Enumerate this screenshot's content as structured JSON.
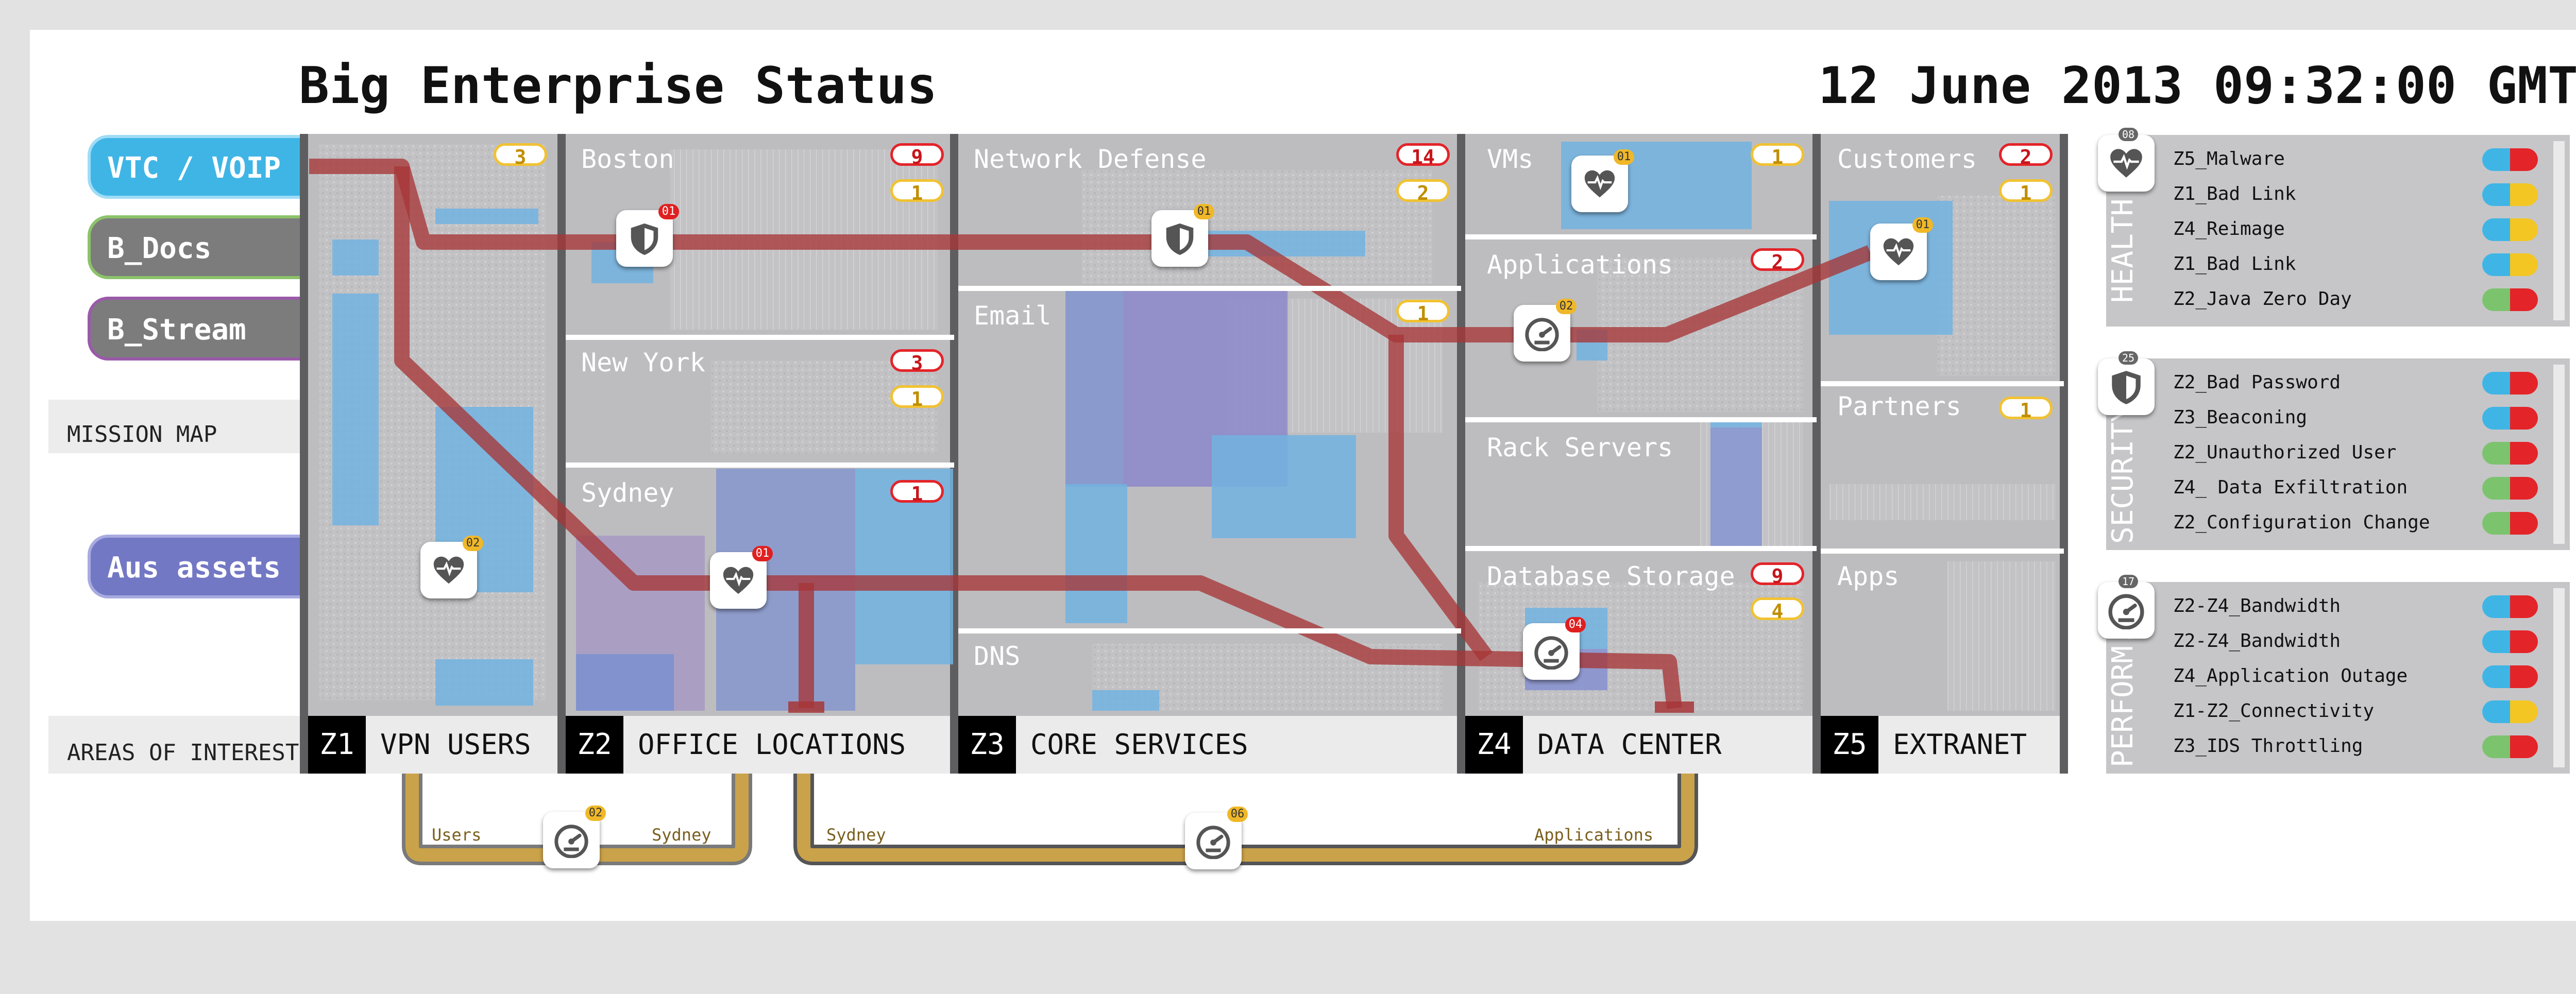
{
  "header": {
    "title": "Big Enterprise Status",
    "datetime": "12 June 2013 09:32:00 GMT"
  },
  "sidebar": {
    "missions": [
      {
        "label": "VTC / VOIP",
        "color": "#3fb5e6"
      },
      {
        "label": "B_Docs",
        "color": "#7c7c7c",
        "border": "#8cc36a"
      },
      {
        "label": "B_Stream",
        "color": "#7c7c7c",
        "border": "#9a5aa8"
      }
    ],
    "mission_map_label": "MISSION MAP",
    "aus_assets": {
      "label": "Aus assets",
      "color": "#7378c4"
    },
    "areas_label": "AREAS OF INTEREST"
  },
  "zones": [
    {
      "num": "Z1",
      "name": "VPN USERS"
    },
    {
      "num": "Z2",
      "name": "OFFICE LOCATIONS"
    },
    {
      "num": "Z3",
      "name": "CORE SERVICES"
    },
    {
      "num": "Z4",
      "name": "DATA CENTER"
    },
    {
      "num": "Z5",
      "name": "EXTRANET"
    }
  ],
  "sections": {
    "z1": {
      "badge_yellow": "3"
    },
    "boston": {
      "title": "Boston",
      "red": "9",
      "yellow": "1"
    },
    "new_york": {
      "title": "New York",
      "red": "3",
      "yellow": "1"
    },
    "sydney": {
      "title": "Sydney",
      "red": "1"
    },
    "network_defense": {
      "title": "Network Defense",
      "red": "14",
      "yellow": "2"
    },
    "email": {
      "title": "Email",
      "yellow": "1"
    },
    "dns": {
      "title": "DNS"
    },
    "vms": {
      "title": "VMs",
      "yellow": "1"
    },
    "applications": {
      "title": "Applications",
      "red": "2"
    },
    "rack_servers": {
      "title": "Rack Servers"
    },
    "database_storage": {
      "title": "Database Storage",
      "red": "9",
      "yellow": "4"
    },
    "customers": {
      "title": "Customers",
      "red": "2",
      "yellow": "1"
    },
    "partners": {
      "title": "Partners",
      "yellow": "1"
    },
    "apps": {
      "title": "Apps"
    }
  },
  "nodes": [
    {
      "icon": "shield-icon",
      "count": "01",
      "level": "red"
    },
    {
      "icon": "shield-icon",
      "count": "01",
      "level": "yellow"
    },
    {
      "icon": "heart-icon",
      "count": "01",
      "level": "yellow"
    },
    {
      "icon": "heart-icon",
      "count": "01",
      "level": "yellow"
    },
    {
      "icon": "gauge-icon",
      "count": "02",
      "level": "yellow"
    },
    {
      "icon": "heart-icon",
      "count": "02",
      "level": "yellow"
    },
    {
      "icon": "heart-icon",
      "count": "01",
      "level": "red"
    },
    {
      "icon": "gauge-icon",
      "count": "04",
      "level": "red"
    },
    {
      "icon": "gauge-icon",
      "count": "02",
      "level": "yellow"
    },
    {
      "icon": "gauge-icon",
      "count": "06",
      "level": "yellow"
    }
  ],
  "connections": [
    {
      "left": "Users",
      "right": "Sydney"
    },
    {
      "left": "Sydney",
      "right": "Applications"
    }
  ],
  "categories": {
    "health": {
      "label": "HEALTH",
      "count": "08",
      "icon": "heart-icon",
      "items": [
        {
          "name": "Z5_Malware",
          "status": [
            "#3fb5e6",
            "#e32429"
          ]
        },
        {
          "name": "Z1_Bad Link",
          "status": [
            "#3fb5e6",
            "#f3c623"
          ]
        },
        {
          "name": "Z4_Reimage",
          "status": [
            "#3fb5e6",
            "#f3c623"
          ]
        },
        {
          "name": "Z1_Bad Link",
          "status": [
            "#3fb5e6",
            "#f3c623"
          ]
        },
        {
          "name": "Z2_Java Zero Day",
          "status": [
            "#7cc36e",
            "#e32429"
          ]
        }
      ]
    },
    "security": {
      "label": "SECURITY",
      "count": "25",
      "icon": "shield-icon",
      "items": [
        {
          "name": "Z2_Bad Password",
          "status": [
            "#3fb5e6",
            "#e32429"
          ]
        },
        {
          "name": "Z3_Beaconing",
          "status": [
            "#3fb5e6",
            "#e32429"
          ]
        },
        {
          "name": "Z2_Unauthorized User",
          "status": [
            "#7cc36e",
            "#e32429"
          ]
        },
        {
          "name": "Z4_ Data Exfiltration",
          "status": [
            "#7cc36e",
            "#e32429"
          ]
        },
        {
          "name": "Z2_Configuration Change",
          "status": [
            "#7cc36e",
            "#e32429"
          ]
        }
      ]
    },
    "performance": {
      "label": "PERFORM.",
      "count": "17",
      "icon": "gauge-icon",
      "items": [
        {
          "name": "Z2-Z4_Bandwidth",
          "status": [
            "#3fb5e6",
            "#e32429"
          ]
        },
        {
          "name": "Z2-Z4_Bandwidth",
          "status": [
            "#3fb5e6",
            "#e32429"
          ]
        },
        {
          "name": "Z4_Application Outage",
          "status": [
            "#3fb5e6",
            "#e32429"
          ]
        },
        {
          "name": "Z1-Z2_Connectivity",
          "status": [
            "#3fb5e6",
            "#f3c623"
          ]
        },
        {
          "name": "Z3_IDS Throttling",
          "status": [
            "#7cc36e",
            "#e32429"
          ]
        }
      ]
    }
  }
}
